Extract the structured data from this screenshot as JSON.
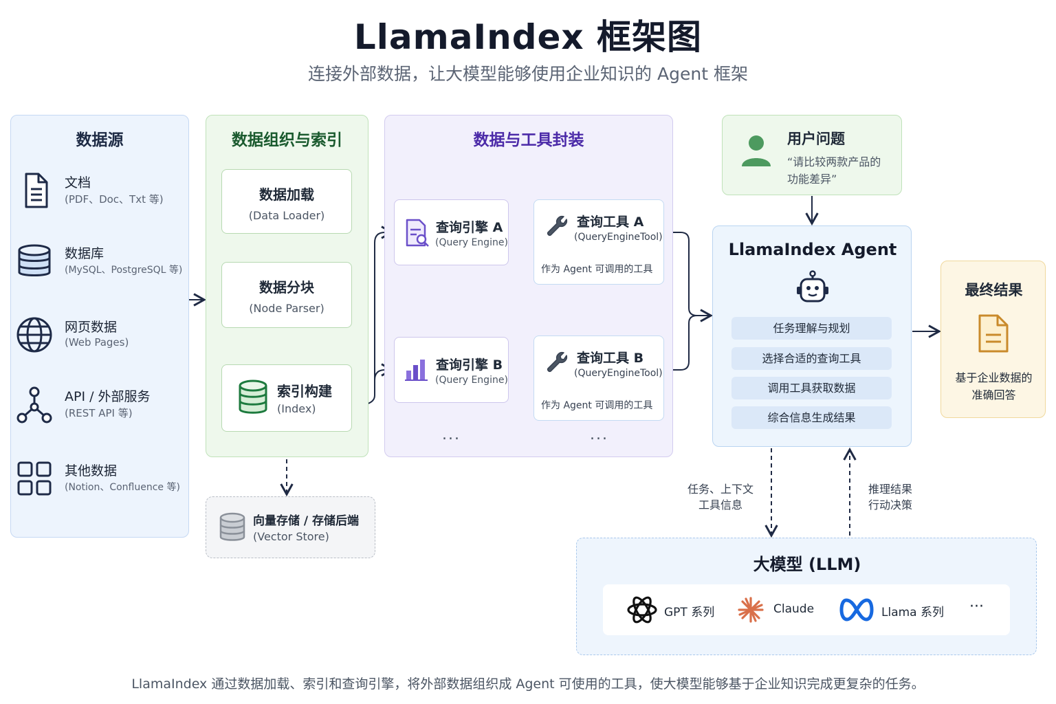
{
  "header": {
    "title": "LlamaIndex 框架图",
    "subtitle": "连接外部数据，让大模型能够使用企业知识的 Agent 框架"
  },
  "sources": {
    "title": "数据源",
    "items": [
      {
        "label": "文档",
        "sub": "(PDF、Doc、Txt 等)",
        "icon": "document-icon"
      },
      {
        "label": "数据库",
        "sub": "(MySQL、PostgreSQL 等)",
        "icon": "database-icon"
      },
      {
        "label": "网页数据",
        "sub": "(Web Pages)",
        "icon": "globe-icon"
      },
      {
        "label": "API / 外部服务",
        "sub": "(REST API 等)",
        "icon": "network-icon"
      },
      {
        "label": "其他数据",
        "sub": "(Notion、Confluence 等)",
        "icon": "grid-icon"
      }
    ]
  },
  "organize": {
    "title": "数据组织与索引",
    "loader": {
      "label": "数据加载",
      "sub": "(Data Loader)"
    },
    "parser": {
      "label": "数据分块",
      "sub": "(Node Parser)"
    },
    "index": {
      "label": "索引构建",
      "sub": "(Index)"
    }
  },
  "vector_store": {
    "label": "向量存储 / 存储后端",
    "sub": "(Vector Store)"
  },
  "wrap": {
    "title": "数据与工具封装",
    "engines": [
      {
        "label": "查询引擎 A",
        "sub": "(Query Engine)"
      },
      {
        "label": "查询引擎 B",
        "sub": "(Query Engine)"
      }
    ],
    "tools": [
      {
        "label": "查询工具 A",
        "sub": "(QueryEngineTool)",
        "desc": "作为 Agent 可调用的工具"
      },
      {
        "label": "查询工具 B",
        "sub": "(QueryEngineTool)",
        "desc": "作为 Agent 可调用的工具"
      }
    ],
    "more": "..."
  },
  "user": {
    "title": "用户问题",
    "question_line1": "“请比较两款产品的",
    "question_line2": "功能差异”"
  },
  "agent": {
    "title": "LlamaIndex Agent",
    "steps": [
      "任务理解与规划",
      "选择合适的查询工具",
      "调用工具获取数据",
      "综合信息生成结果"
    ]
  },
  "result": {
    "title": "最终结果",
    "line1": "基于企业数据的",
    "line2": "准确回答"
  },
  "edges": {
    "to_llm_line1": "任务、上下文",
    "to_llm_line2": "工具信息",
    "from_llm_line1": "推理结果",
    "from_llm_line2": "行动决策"
  },
  "llm": {
    "title": "大模型 (LLM)",
    "models": [
      {
        "label": "GPT 系列",
        "icon": "openai-logo-icon"
      },
      {
        "label": "Claude",
        "icon": "claude-logo-icon"
      },
      {
        "label": "Llama 系列",
        "icon": "meta-logo-icon"
      }
    ],
    "more": "···"
  },
  "footer": "LlamaIndex 通过数据加载、索引和查询引擎，将外部数据组织成 Agent 可使用的工具，使大模型能够基于企业知识完成更复杂的任务。",
  "colors": {
    "arrow": "#1f2a44",
    "source_bg": "#edf4fd",
    "organize_bg": "#eef8ec",
    "wrap_bg": "#f2f0fc",
    "result_bg": "#fdf6e4",
    "accent_green": "#1d7a3e",
    "accent_purple": "#4b2aa8"
  }
}
